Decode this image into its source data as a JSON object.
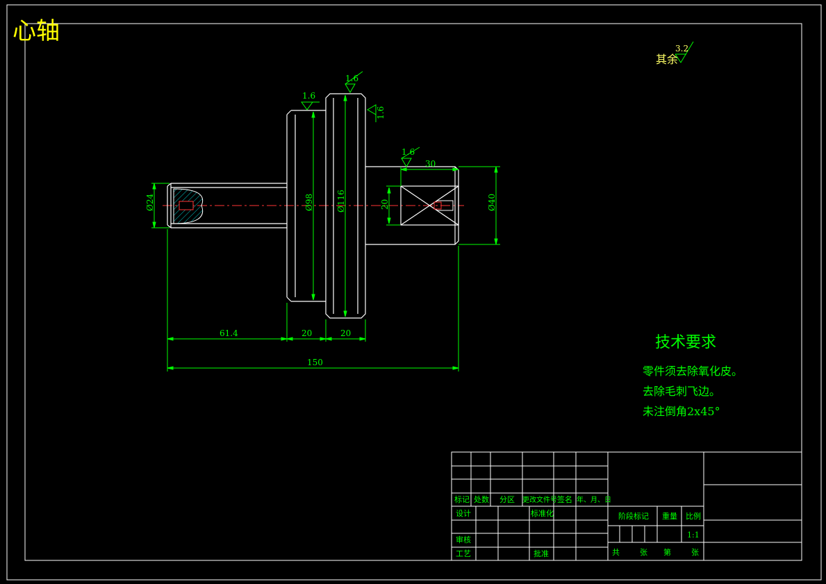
{
  "title": "心轴",
  "roughness": {
    "general": {
      "prefix": "其余",
      "value": "3.2"
    },
    "marks": [
      "1.6",
      "1.6",
      "1.6",
      "1.6"
    ]
  },
  "dimensions": {
    "d24": "Ø24",
    "d98": "Ø98",
    "d116": "Ø116",
    "h20": "20",
    "d40": "Ø40",
    "len30": "30",
    "len61": "61.4",
    "len20a": "20",
    "len20b": "20",
    "len150": "150"
  },
  "tech_req": {
    "heading": "技术要求",
    "items": [
      "零件须去除氧化皮。",
      "去除毛刺飞边。",
      "未注倒角2x45°"
    ]
  },
  "title_block": {
    "header": [
      "标记",
      "处数",
      "分区",
      "更改文件号",
      "签名",
      "年、月、日"
    ],
    "design": "设计",
    "standard": "标准化",
    "review": "审核",
    "process": "工艺",
    "approve": "批准",
    "stage": "阶段标记",
    "weight": "重量",
    "scale_label": "比例",
    "scale": "1:1",
    "total": "共",
    "sheets": "张",
    "page": "第",
    "page_unit": "张"
  }
}
